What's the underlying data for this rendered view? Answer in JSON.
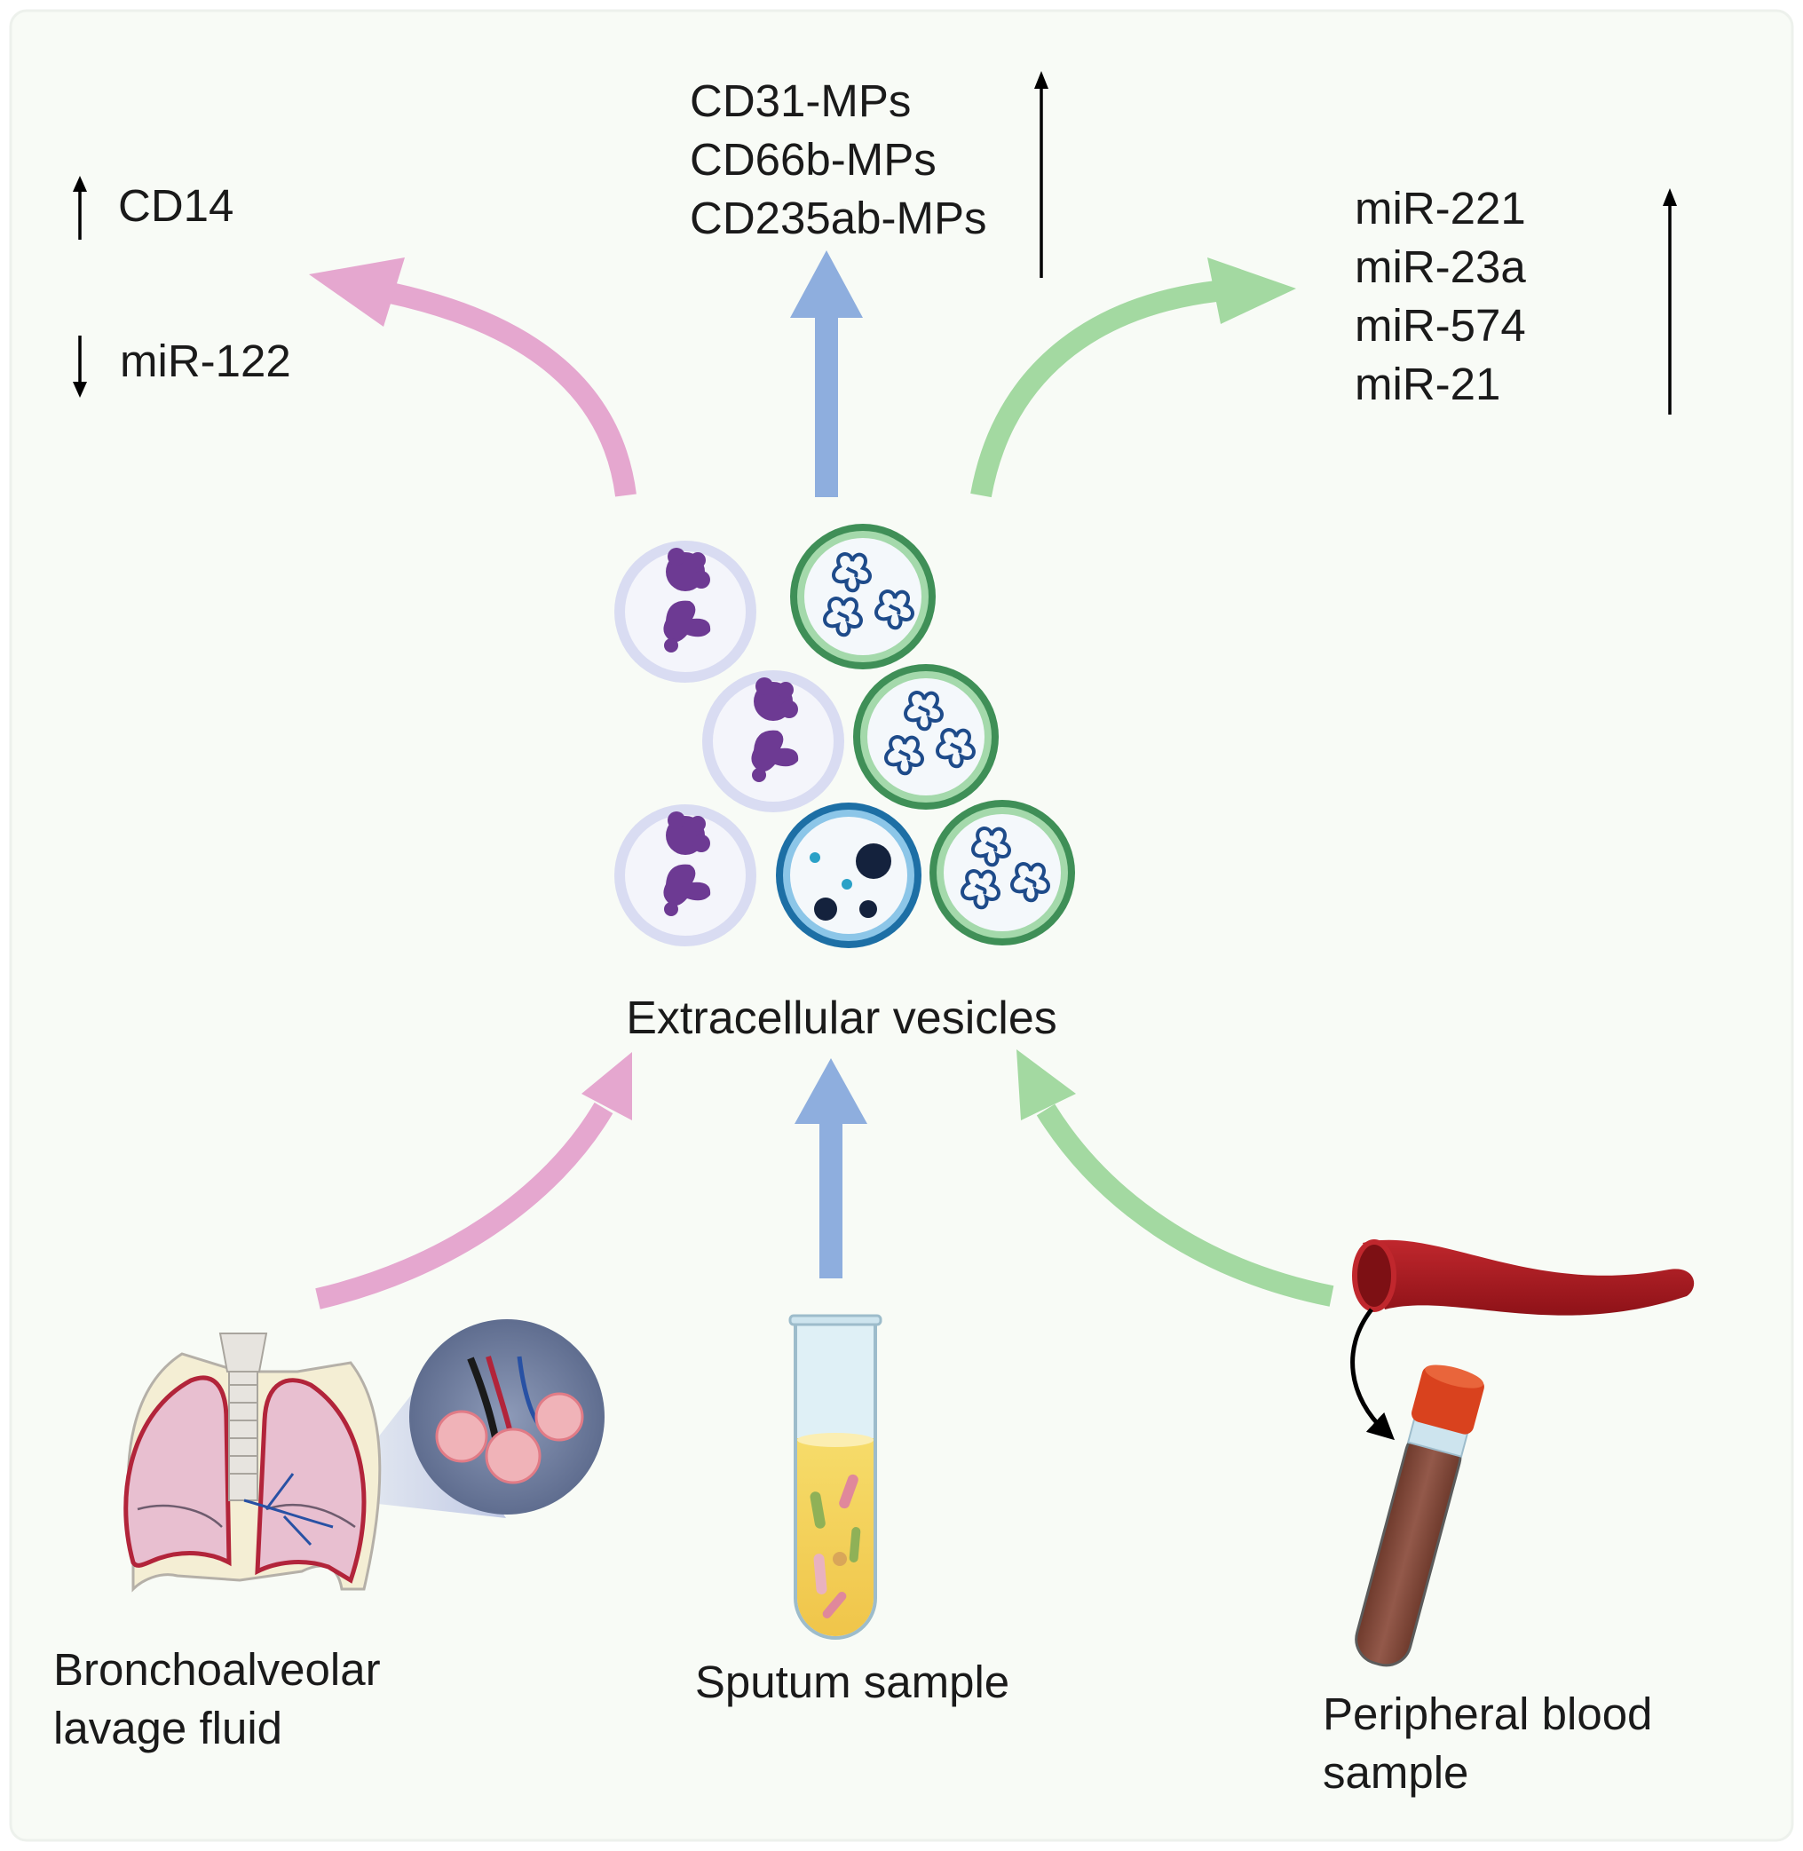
{
  "left_panel": {
    "up_marker": "CD14",
    "down_marker": "miR-122"
  },
  "top_panel": {
    "markers": [
      "CD31-MPs",
      "CD66b-MPs",
      "CD235ab-MPs"
    ]
  },
  "right_panel": {
    "markers": [
      "miR-221",
      "miR-23a",
      "miR-574",
      "miR-21"
    ]
  },
  "center_label": "Extracellular vesicles",
  "sources": {
    "bal": [
      "Bronchoalveolar",
      "lavage fluid"
    ],
    "sputum": "Sputum sample",
    "blood": [
      "Peripheral blood",
      "sample"
    ]
  },
  "colors": {
    "pink_arrow": "#e5a7cf",
    "blue_arrow": "#8eaede",
    "green_arrow": "#a3d9a1",
    "background": "#f8fbf6"
  }
}
